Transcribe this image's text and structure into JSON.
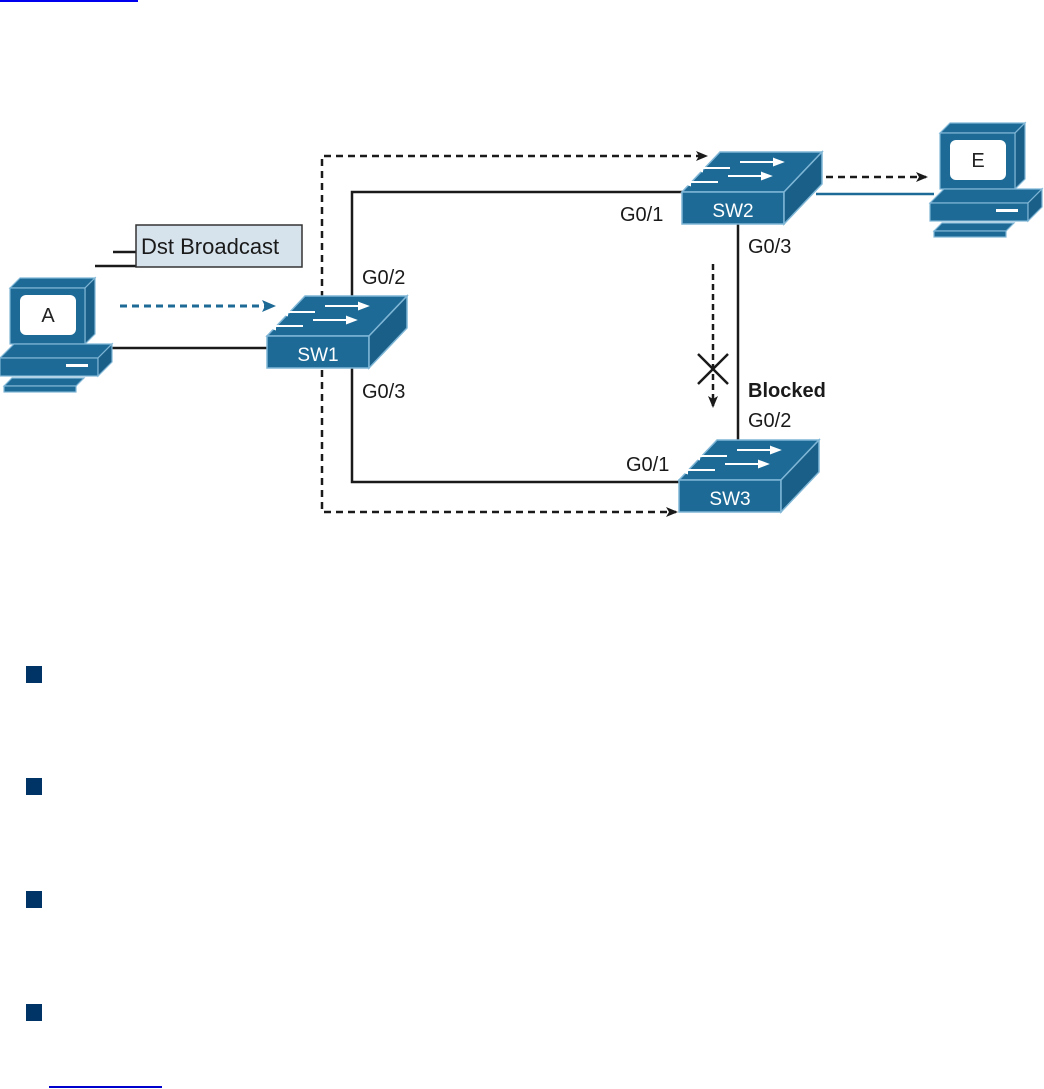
{
  "links": {
    "top": "",
    "bottom": ""
  },
  "diagram": {
    "frame_label": "Dst Broadcast",
    "pcs": [
      {
        "id": "A",
        "label": "A"
      },
      {
        "id": "E",
        "label": "E"
      }
    ],
    "switches": [
      {
        "id": "SW1",
        "label": "SW1"
      },
      {
        "id": "SW2",
        "label": "SW2"
      },
      {
        "id": "SW3",
        "label": "SW3"
      }
    ],
    "ports": {
      "sw1_g02": "G0/2",
      "sw1_g03": "G0/3",
      "sw2_g01": "G0/1",
      "sw2_g03": "G0/3",
      "sw3_g01": "G0/1",
      "sw3_g02": "G0/2"
    },
    "blocked_label": "Blocked",
    "colors": {
      "device": "#1e6a96",
      "device_edge": "#7fb6d6",
      "cable": "#1a1a1a",
      "frame_box": "#d6e2ec",
      "host_flow": "#1e6a96",
      "flow": "#1a1a1a"
    }
  },
  "bullets": [
    {
      "text": ""
    },
    {
      "text": ""
    },
    {
      "text": ""
    },
    {
      "text": ""
    }
  ],
  "bullet_color": "#003366"
}
